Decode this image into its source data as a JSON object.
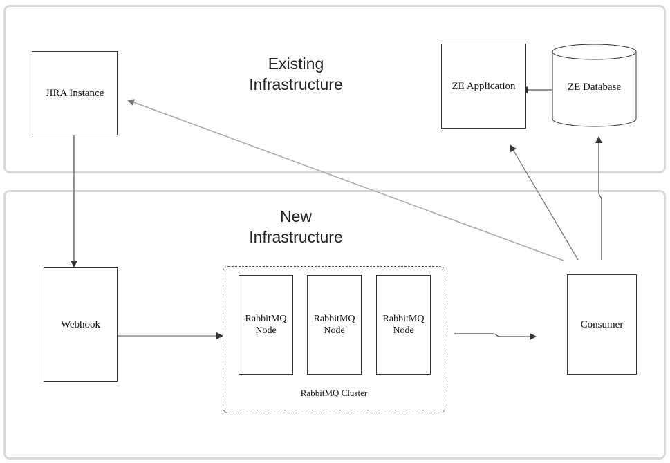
{
  "regions": {
    "existing_title": "Existing\nInfrastructure",
    "new_title": "New\nInfrastructure"
  },
  "nodes": {
    "jira": "JIRA Instance",
    "ze_application": "ZE Application",
    "ze_database": "ZE Database",
    "webhook": "Webhook",
    "consumer": "Consumer",
    "rabbitmq_nodes": [
      "RabbitMQ\nNode",
      "RabbitMQ\nNode",
      "RabbitMQ\nNode"
    ],
    "cluster_label": "RabbitMQ Cluster"
  },
  "colors": {
    "region_border": "#d9d9d9",
    "box_border": "#333333",
    "arrow": "#555555",
    "arrow_light": "#aaaaaa"
  }
}
